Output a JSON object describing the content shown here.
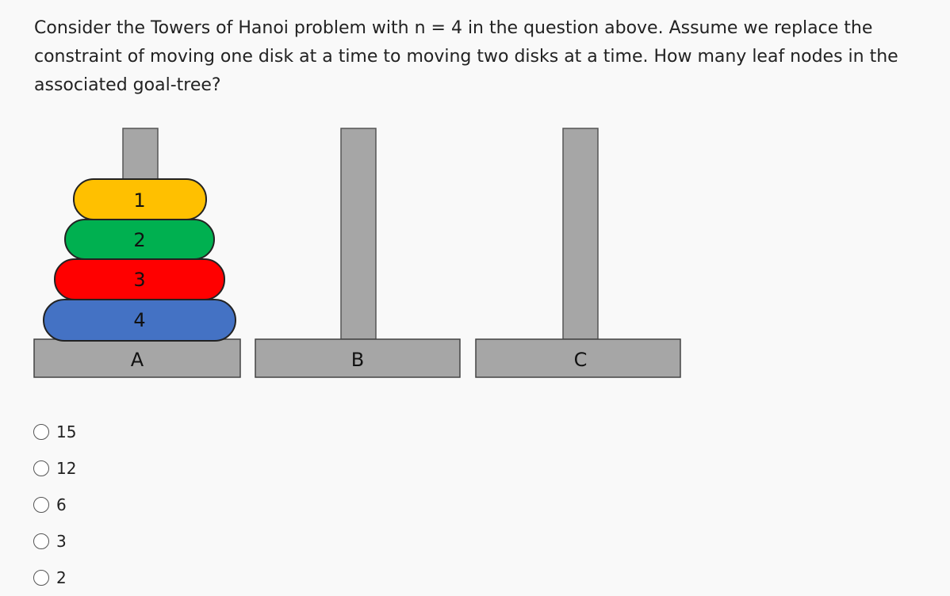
{
  "question": {
    "text": "Consider the Towers of Hanoi problem with n = 4 in the question above. Assume we replace the constraint of moving one disk at a time to moving two disks at a time. How many leaf nodes in the associated goal-tree?"
  },
  "figure": {
    "pegs": [
      {
        "label": "A"
      },
      {
        "label": "B"
      },
      {
        "label": "C"
      }
    ],
    "disks": [
      {
        "label": "1",
        "color": "#FFC000"
      },
      {
        "label": "2",
        "color": "#00B050"
      },
      {
        "label": "3",
        "color": "#FF0000"
      },
      {
        "label": "4",
        "color": "#4472C4"
      }
    ],
    "peg_color": "#A6A6A6"
  },
  "options": [
    {
      "label": "15"
    },
    {
      "label": "12"
    },
    {
      "label": "6"
    },
    {
      "label": "3"
    },
    {
      "label": "2"
    }
  ]
}
